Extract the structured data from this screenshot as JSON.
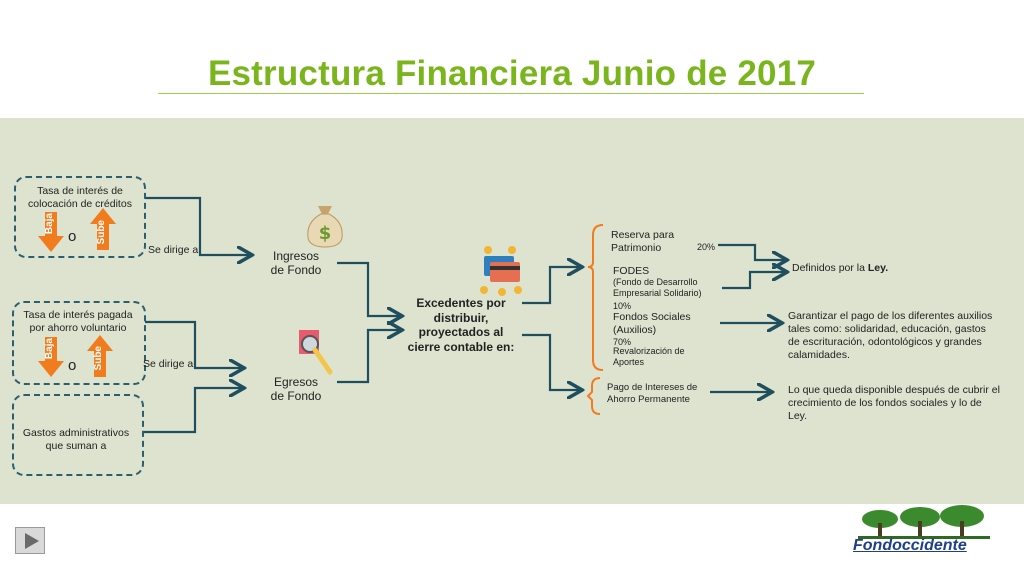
{
  "title": "Estructura Financiera Junio de 2017",
  "left": {
    "box1_text": "Tasa de interés de colocación de créditos",
    "box2_text": "Tasa de interés pagada por ahorro voluntario",
    "box3_text": "Gastos administrativos que suman a",
    "baja": "Baja",
    "sube": "Sube",
    "o": "o",
    "se_dirige": "Se dirige a"
  },
  "middle": {
    "ingresos": "Ingresos de Fondo",
    "egresos": "Egresos de Fondo",
    "excedentes": "Excedentes por distribuir, proyectados al cierre contable en:"
  },
  "distribution": {
    "reserva": "Reserva para Patrimonio",
    "reserva_pct": "20%",
    "fodes": "FODES",
    "fodes_desc": "(Fondo de Desarrollo Empresarial Solidario)",
    "fodes_pct": "10%",
    "fondos_sociales": "Fondos Sociales (Auxilios)",
    "fondos_pct": "70%",
    "revalorizacion": "Revalorización de Aportes",
    "pago_intereses": "Pago de Intereses de Ahorro Permanente"
  },
  "outcomes": {
    "definidos_prefix": "Definidos por la",
    "definidos_ley": "Ley.",
    "garantizar": "Garantizar el pago de los diferentes auxilios tales como: solidaridad, educación, gastos de escrituración, odontológicos y grandes calamidades.",
    "disponible": "Lo que queda disponible después de cubrir el crecimiento de los fondos sociales y lo de Ley."
  },
  "logo": "Fondoccidente",
  "colors": {
    "title": "#7ab51d",
    "line": "#1f4f5e",
    "arrow_orange": "#f07c1e",
    "panel": "#dde3cf"
  },
  "icons": [
    "money-bag-icon",
    "magnifier-icon",
    "credit-cards-icon",
    "play-icon",
    "trees-logo-icon"
  ]
}
